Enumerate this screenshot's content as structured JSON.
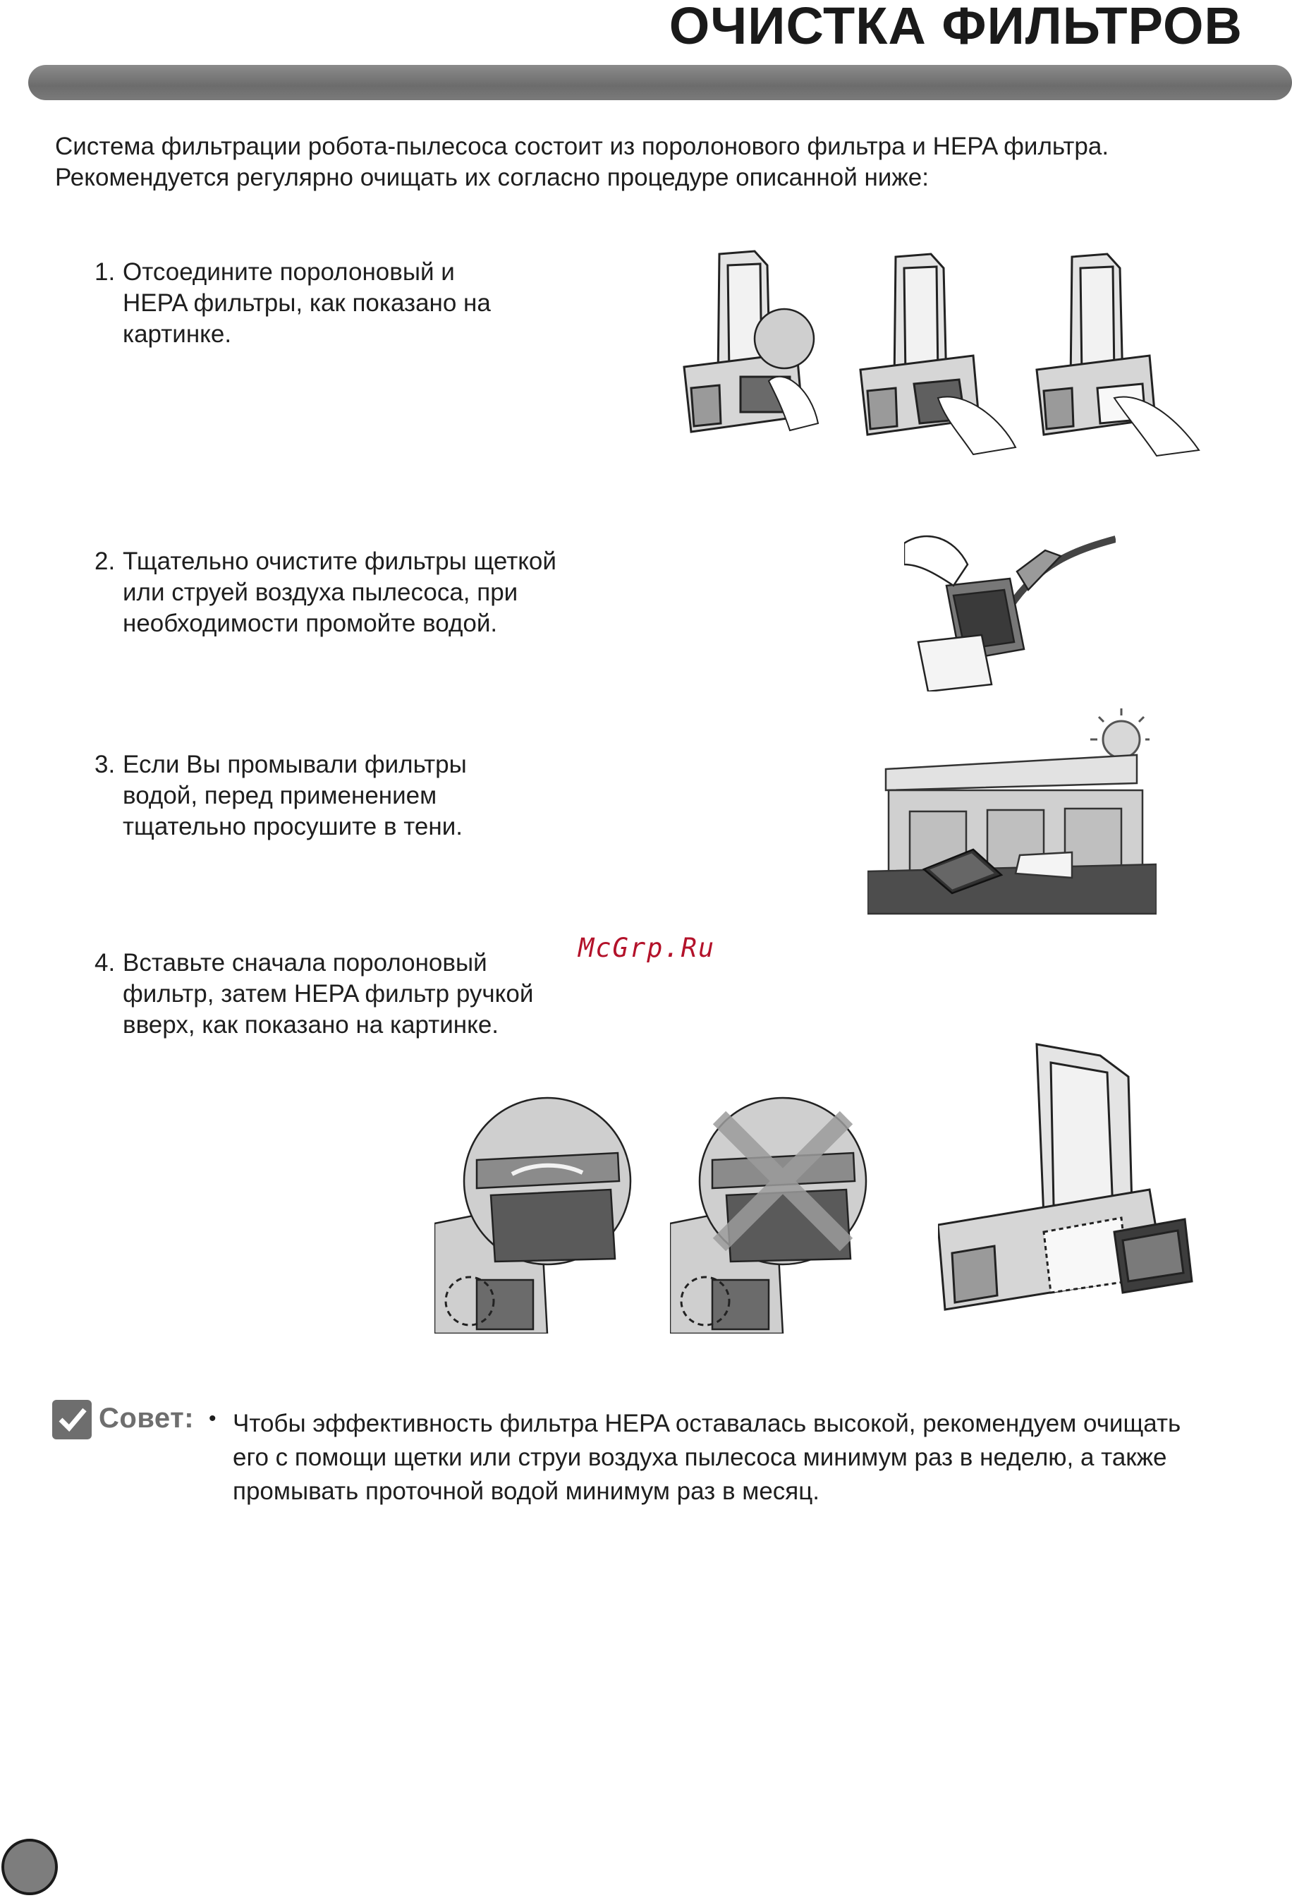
{
  "title": "ОЧИСТКА ФИЛЬТРОВ",
  "intro": {
    "line1": "Система фильтрации робота-пылесоса состоит из поролонового фильтра и HEPA фильтра.",
    "line2": "Рекомендуется регулярно очищать их согласно процедуре описанной ниже:"
  },
  "steps": [
    {
      "number": "1.",
      "lines": [
        "Отсоедините  поролоновый и",
        "HEPA фильтры, как показано на",
        "картинке."
      ]
    },
    {
      "number": "2.",
      "lines": [
        "Тщательно очистите фильтры щеткой",
        "или струей воздуха пылесоса, при",
        "необходимости промойте водой."
      ]
    },
    {
      "number": "3.",
      "lines": [
        "Если Вы промывали фильтры",
        "водой, перед применением",
        "тщательно просушите в тени."
      ]
    },
    {
      "number": "4.",
      "lines": [
        "Вставьте сначала поролоновый",
        "фильтр, затем HEPA фильтр ручкой",
        "вверх, как показано на картинке."
      ]
    }
  ],
  "watermark": "McGrp.Ru",
  "tip": {
    "label": "Совет:",
    "bullet": "•",
    "lines": [
      "Чтобы эффективность фильтра HEPA оставалась высокой, рекомендуем очищать",
      "его с помощи щетки или струи воздуха пылесоса минимум раз в неделю, а также",
      "промывать проточной водой минимум раз в месяц."
    ]
  },
  "colors": {
    "title_bar": "#7a7a7a",
    "watermark": "#b3122a",
    "tip_label": "#6e6e6e"
  }
}
